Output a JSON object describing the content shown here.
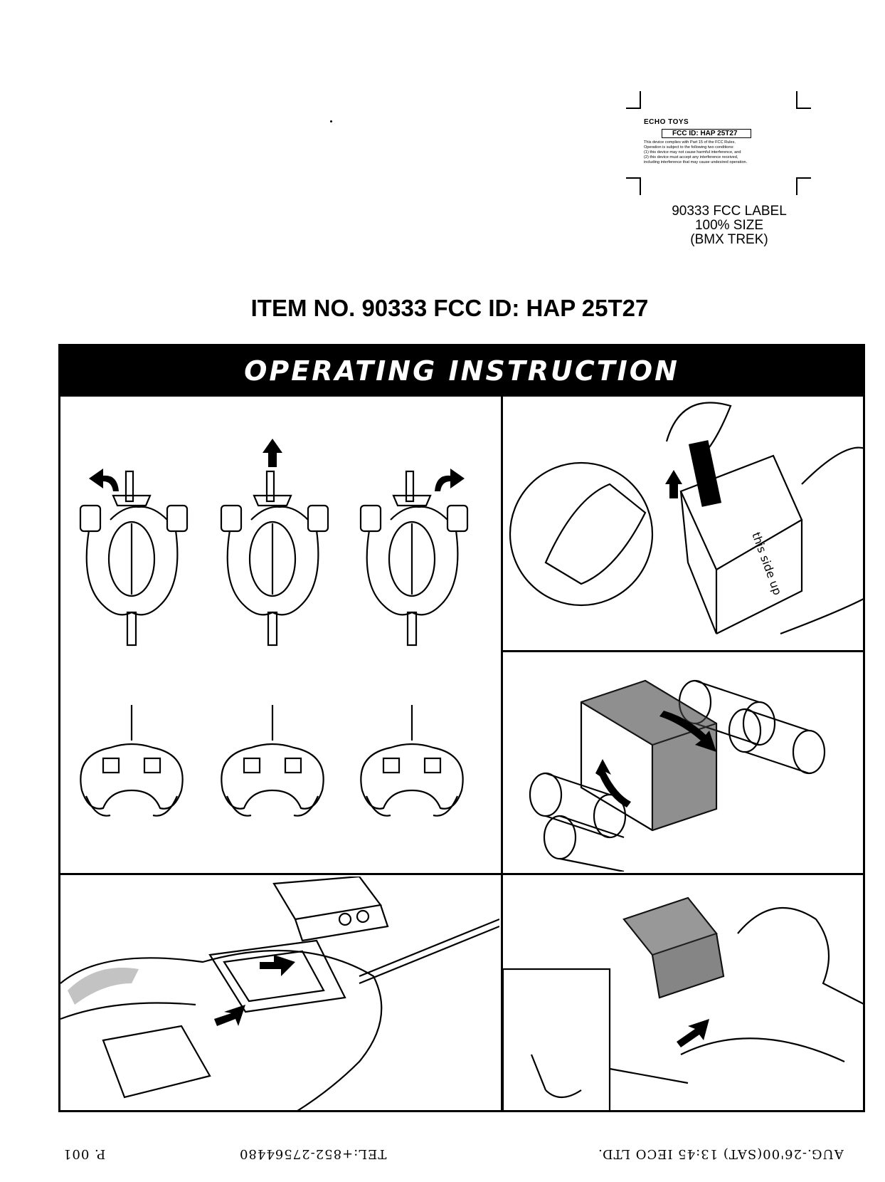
{
  "fcc_label": {
    "brand": "ECHO TOYS",
    "fcc_id_box": "FCC ID: HAP 25T27",
    "fine_print": [
      "This device complies with Part 15 of the FCC Rules.",
      "Operation is subject to the following two conditions:",
      "(1) this device may not cause harmful interference, and",
      "(2) this device must accept any interference received,",
      "including interference that may cause undesired operation."
    ],
    "caption_line1": "90333  FCC LABEL",
    "caption_line2": "100% SIZE",
    "caption_line3": "(BMX TREK)"
  },
  "item_title": "ITEM NO. 90333 FCC ID: HAP 25T27",
  "banner_title": "OPERATING INSTRUCTION",
  "panels": {
    "battery_holder_label": "this side up"
  },
  "footer": {
    "left": "AUG.-26'00(SAT) 13:45  IECO LTD.",
    "middle": "TEL:+852-27564480",
    "right": "P. 001"
  }
}
